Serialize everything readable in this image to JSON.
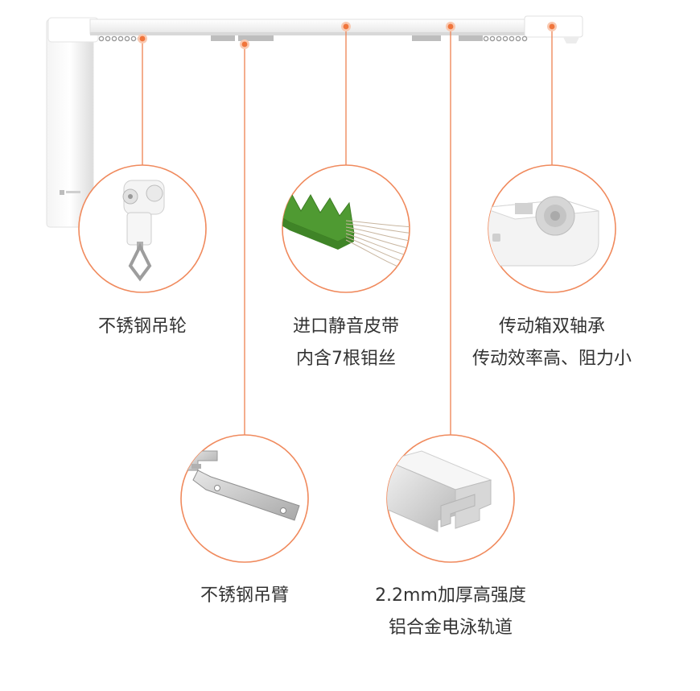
{
  "colors": {
    "accent": "#f0753c",
    "circle_border": "#f08a5d",
    "text": "#333333",
    "rail": "#ffffff",
    "belt_green": "#4f9a32",
    "metal": "#c9c9c9"
  },
  "features": [
    {
      "id": "roller",
      "lines": [
        "不锈钢吊轮"
      ],
      "icon": "pulley-icon"
    },
    {
      "id": "belt",
      "lines": [
        "进口静音皮带",
        "内含7根钼丝"
      ],
      "icon": "belt-icon"
    },
    {
      "id": "gearbox",
      "lines": [
        "传动箱双轴承",
        "传动效率高、阻力小"
      ],
      "icon": "gearbox-icon"
    },
    {
      "id": "bracket",
      "lines": [
        "不锈钢吊臂"
      ],
      "icon": "bracket-icon"
    },
    {
      "id": "rail",
      "lines": [
        "2.2mm加厚高强度",
        "铝合金电泳轨道"
      ],
      "icon": "rail-profile-icon"
    }
  ]
}
